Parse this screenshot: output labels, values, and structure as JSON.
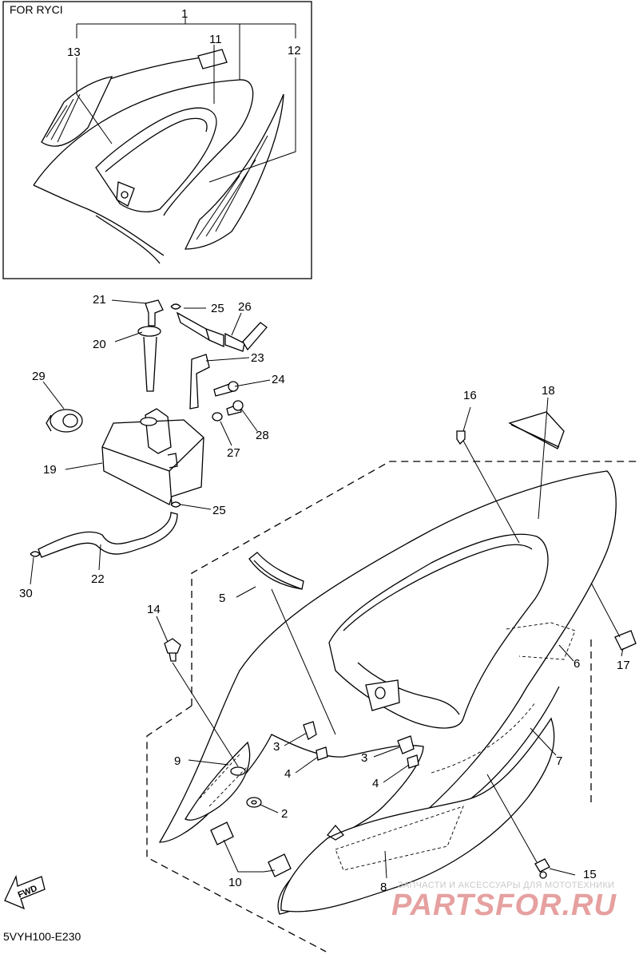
{
  "inset": {
    "title": "FOR RYCI"
  },
  "diagram_code": "5VYH100-E230",
  "fwd_label": "FWD",
  "watermark": {
    "line1": "ЗАПЧАСТИ И АКСЕССУАРЫ ДЛЯ МОТОТЕХНИКИ",
    "line2": "PARTSFOR.RU"
  },
  "callouts": {
    "c1": "1",
    "c11": "11",
    "c12": "12",
    "c13": "13",
    "c21": "21",
    "c25a": "25",
    "c26": "26",
    "c20": "20",
    "c23": "23",
    "c24": "24",
    "c29": "29",
    "c28": "28",
    "c27": "27",
    "c19": "19",
    "c25b": "25",
    "c22": "22",
    "c30": "30",
    "c16": "16",
    "c18": "18",
    "c5": "5",
    "c14": "14",
    "c6": "6",
    "c17": "17",
    "c3a": "3",
    "c3b": "3",
    "c9": "9",
    "c4a": "4",
    "c4b": "4",
    "c7": "7",
    "c2": "2",
    "c10": "10",
    "c15": "15",
    "c8": "8"
  }
}
